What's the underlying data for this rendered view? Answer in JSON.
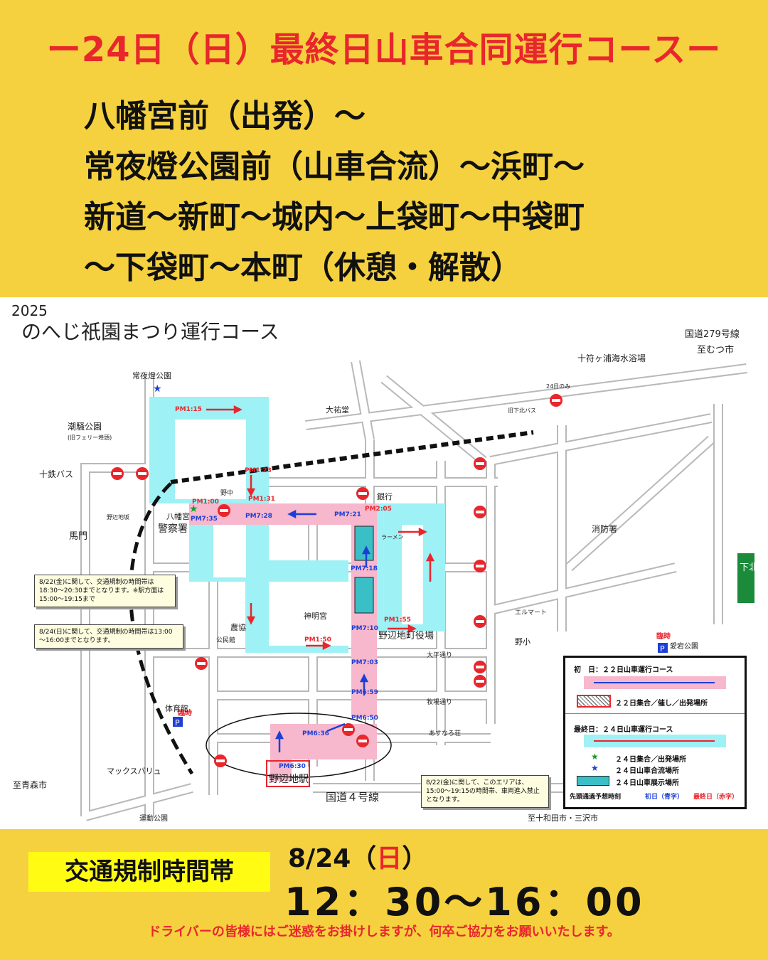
{
  "header": {
    "title": "ー24日（日）最終日山車合同運行コースー"
  },
  "route": {
    "lines": [
      "八幡宮前（出発）～",
      "常夜燈公園前（山車合流）～浜町～",
      "新道～新町～城内～上袋町～中袋町",
      "～下袋町～本町（休憩・解散）"
    ]
  },
  "map": {
    "year": "2025",
    "title": "のへじ祇園まつり運行コース",
    "places": {
      "joyato_park": "常夜燈公園",
      "shiosai_park": "潮騒公園",
      "old_ferry": "(旧フェリー埠頭)",
      "juutetsu_bus": "十鉄バス",
      "nohejizaka": "野辺地坂",
      "hachimangu": "八幡宮",
      "police": "警察署",
      "nonaka": "野中",
      "daikokudo": "大祐堂",
      "bank": "銀行",
      "fire_station": "消防署",
      "shinmeigu": "神明宮",
      "nokyo": "農協",
      "kouminkan": "公民館",
      "town_office": "野辺地町役場",
      "taiheidori": "大平通り",
      "makibadori": "牧場通り",
      "gym": "体育館",
      "station": "野辺地駅",
      "max_valu": "マックスバリュ",
      "undokoen": "運動公園",
      "route4": "国道４号線",
      "towada": "至十和田市・三沢市",
      "aomori": "至青森市",
      "route279": "国道279号線",
      "mutsu": "至むつ市",
      "jufugaura": "十符ヶ浦海水浴場",
      "kyushimokita_bus": "旧下北バス",
      "shimokita_road": "下北道",
      "lmart": "エルマート",
      "nosho": "野小",
      "atago_park": "愛宕公園",
      "ramen": "ラーメン",
      "asunaro": "あすなろ荘",
      "umazawa": "馬門",
      "only24": "24日のみ"
    },
    "times": [
      "PM1:15",
      "PM1:23",
      "PM1:31",
      "PM1:00",
      "PM7:35",
      "PM7:28",
      "PM7:21",
      "PM2:05",
      "PM7:18",
      "PM1:55",
      "PM7:10",
      "PM1:50",
      "PM7:03",
      "PM6:59",
      "PM6:50",
      "PM6:36",
      "PM6:30"
    ],
    "notes": {
      "note1": "8/22(金)に関して、交通規制の時間帯は18:30～20:30までとなります。※駅方面は15:00～19:15まで",
      "note2": "8/24(日)に関して、交通規制の時間帯は13:00～16:00までとなります。",
      "note3": "8/22(金)に関して、このエリアは、15:00～19:15の時間帯、車両進入禁止となります。"
    },
    "parking": {
      "label": "臨時",
      "p": "P"
    },
    "legend": {
      "day1": "初　日：２２日山車運行コース",
      "day1_meet": "２２日集合／催し／出発場所",
      "final": "最終日：２４日山車運行コース",
      "meet24": "２４日集合／出発場所",
      "merge24": "２４日山車合流場所",
      "display24": "２４日山車展示場所",
      "timing": "先頭通過予想時刻",
      "timing_first": "初日（青字）",
      "timing_last": "最終日（赤字）"
    }
  },
  "regulation": {
    "label": "交通規制時間帯",
    "date": "8/24",
    "day_open": "（",
    "day": "日",
    "day_close": "）",
    "time": "12：30～16：00",
    "apology": "ドライバーの皆様にはご迷惑をお掛けしますが、何卒ご協力をお願いいたします。"
  },
  "colors": {
    "background": "#f5d13f",
    "title_red": "#e8262c",
    "route_cyan": "#9ef1f5",
    "route_pink": "#f7b7cc",
    "highlight_yellow": "#fffb13"
  }
}
